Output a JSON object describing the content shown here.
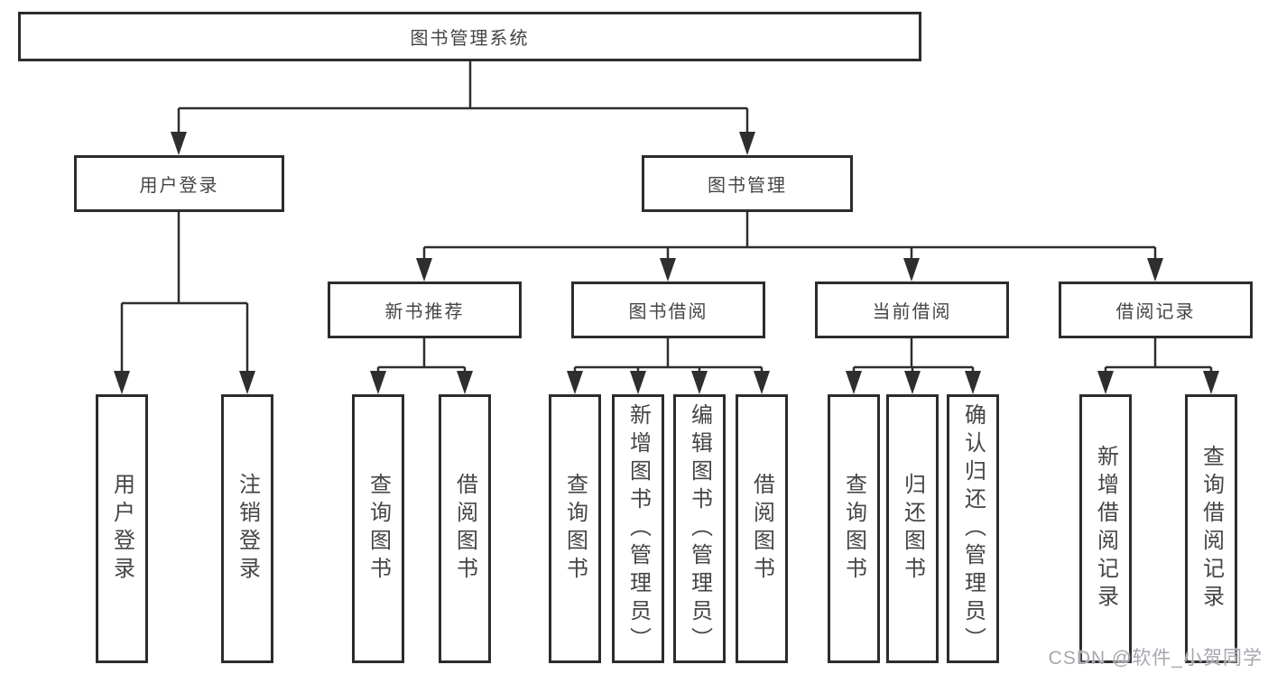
{
  "diagram": {
    "root": {
      "label": "图书管理系统"
    },
    "level2": [
      {
        "label": "用户登录"
      },
      {
        "label": "图书管理"
      }
    ],
    "level3": [
      {
        "label": "新书推荐"
      },
      {
        "label": "图书借阅"
      },
      {
        "label": "当前借阅"
      },
      {
        "label": "借阅记录"
      }
    ],
    "leaf_groups": [
      {
        "parent": "用户登录",
        "items": [
          "用户登录",
          "注销登录"
        ]
      },
      {
        "parent": "新书推荐",
        "items": [
          "查询图书",
          "借阅图书"
        ]
      },
      {
        "parent": "图书借阅",
        "items": [
          "查询图书",
          "新增图书（管理员）",
          "编辑图书（管理员）",
          "借阅图书"
        ]
      },
      {
        "parent": "当前借阅",
        "items": [
          "查询图书",
          "归还图书",
          "确认归还（管理员）"
        ]
      },
      {
        "parent": "借阅记录",
        "items": [
          "新增借阅记录",
          "查询借阅记录"
        ]
      }
    ]
  },
  "watermark": {
    "text": "CSDN @软件_小贺同学"
  }
}
